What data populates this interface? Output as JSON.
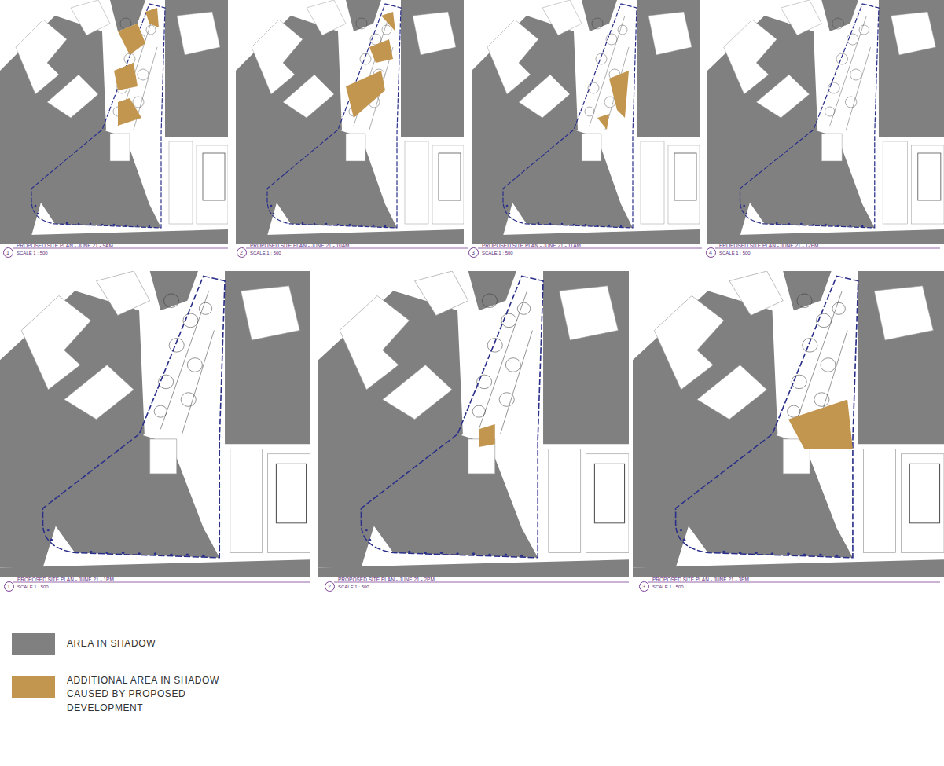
{
  "diagram": {
    "labels": [
      "1",
      "PROPOSED SITE PLAN - JUNE 21 - 9AM",
      "SCALE 1 : 500",
      "2",
      "PROPOSED SITE PLAN - JUNE 21 - 10AM",
      "SCALE 1 : 500",
      "3",
      "PROPOSED SITE PLAN - JUNE 21 - 11AM",
      "SCALE 1 : 500",
      "4",
      "PROPOSED SITE PLAN - JUNE 21 - 12PM",
      "SCALE 1 : 500",
      "1",
      "PROPOSED SITE PLAN - JUNE 21 - 1PM",
      "SCALE 1 : 500",
      "2",
      "PROPOSED SITE PLAN - JUNE 21 - 2PM",
      "SCALE 1 : 500",
      "3",
      "PROPOSED SITE PLAN - JUNE 21 - 3PM",
      "SCALE 1 : 500"
    ],
    "legend": [
      {
        "text": "AREA IN SHADOW",
        "color": "#808080"
      },
      {
        "text": "ADDITIONAL AREA IN SHADOW CAUSED BY PROPOSED DEVELOPMENT",
        "color": "#c3964f"
      }
    ]
  }
}
